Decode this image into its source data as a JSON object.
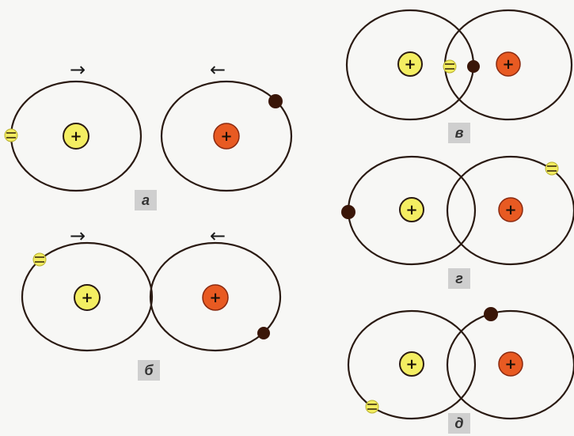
{
  "colors": {
    "nucleus_left": "#f4ee62",
    "nucleus_right": "#e85a22",
    "electron_dark": "#3a1608",
    "electron_light": "#f2ec60",
    "orbit": "#2a1a12",
    "label_bg": "#cfcfcf"
  },
  "glyphs": {
    "plus": "+",
    "arrow_right": "→",
    "arrow_left": "←"
  },
  "icons": [
    "positive-nucleus-icon",
    "negative-electron-icon",
    "dark-electron-icon",
    "arrow-right-icon",
    "arrow-left-icon"
  ],
  "panels": [
    {
      "label": "а"
    },
    {
      "label": "б"
    },
    {
      "label": "в"
    },
    {
      "label": "г"
    },
    {
      "label": "д"
    }
  ]
}
